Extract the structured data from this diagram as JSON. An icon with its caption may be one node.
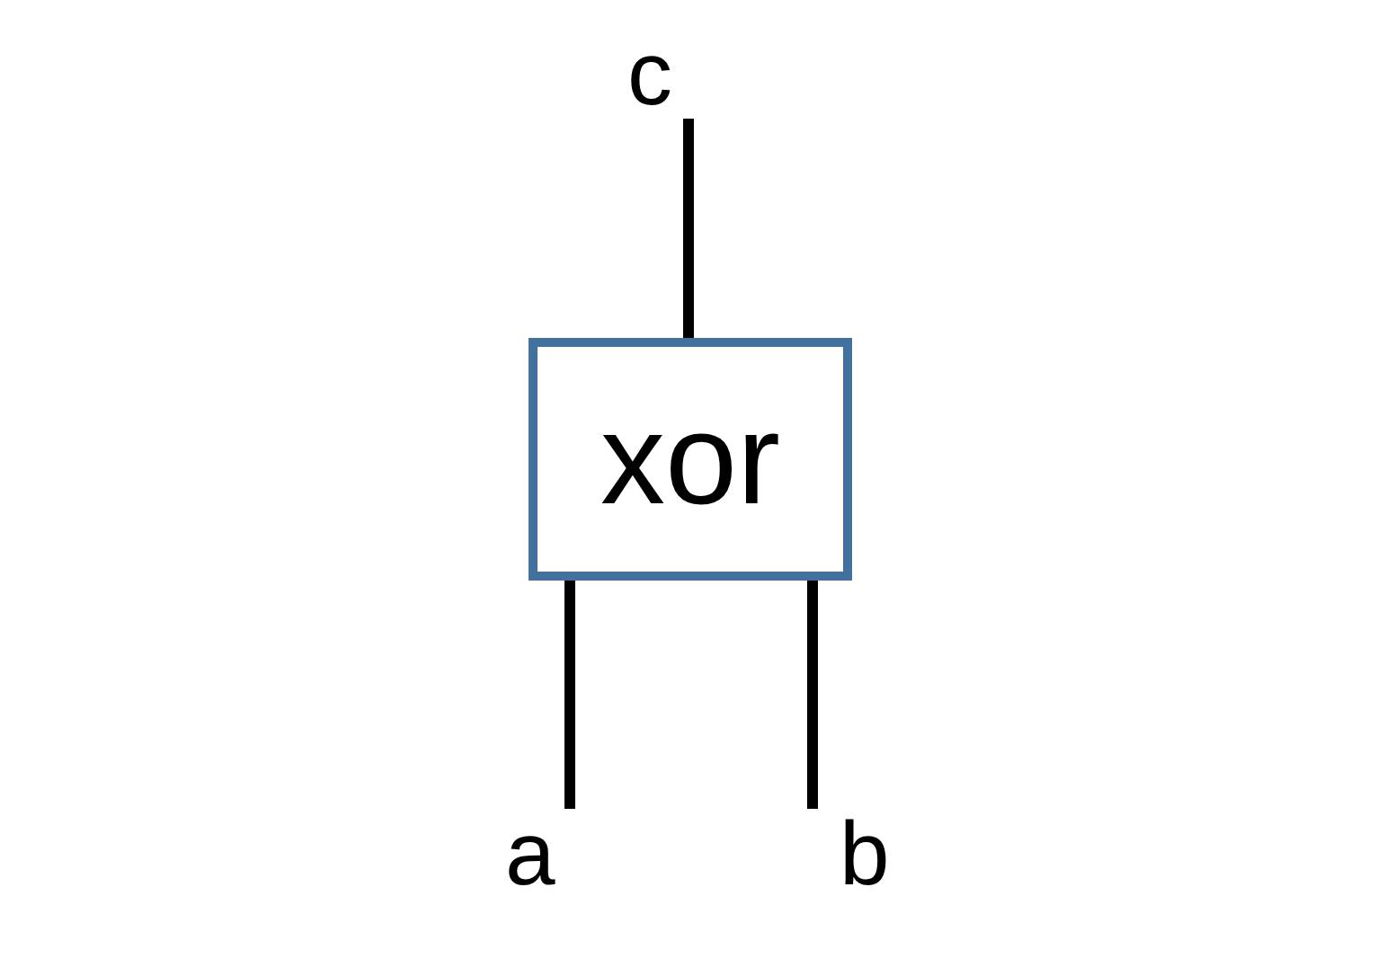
{
  "diagram": {
    "nodes": [
      {
        "text": [
          "c"
        ]
      },
      {
        "text": [
          "xor"
        ]
      },
      {
        "text": [
          "a"
        ]
      },
      {
        "text": [
          "b"
        ]
      }
    ],
    "edges": [
      {
        "from": 2,
        "to": 1,
        "arrow": "none"
      },
      {
        "from": 3,
        "to": 1,
        "arrow": "none"
      },
      {
        "from": 1,
        "to": 0,
        "arrow": "none"
      }
    ]
  }
}
